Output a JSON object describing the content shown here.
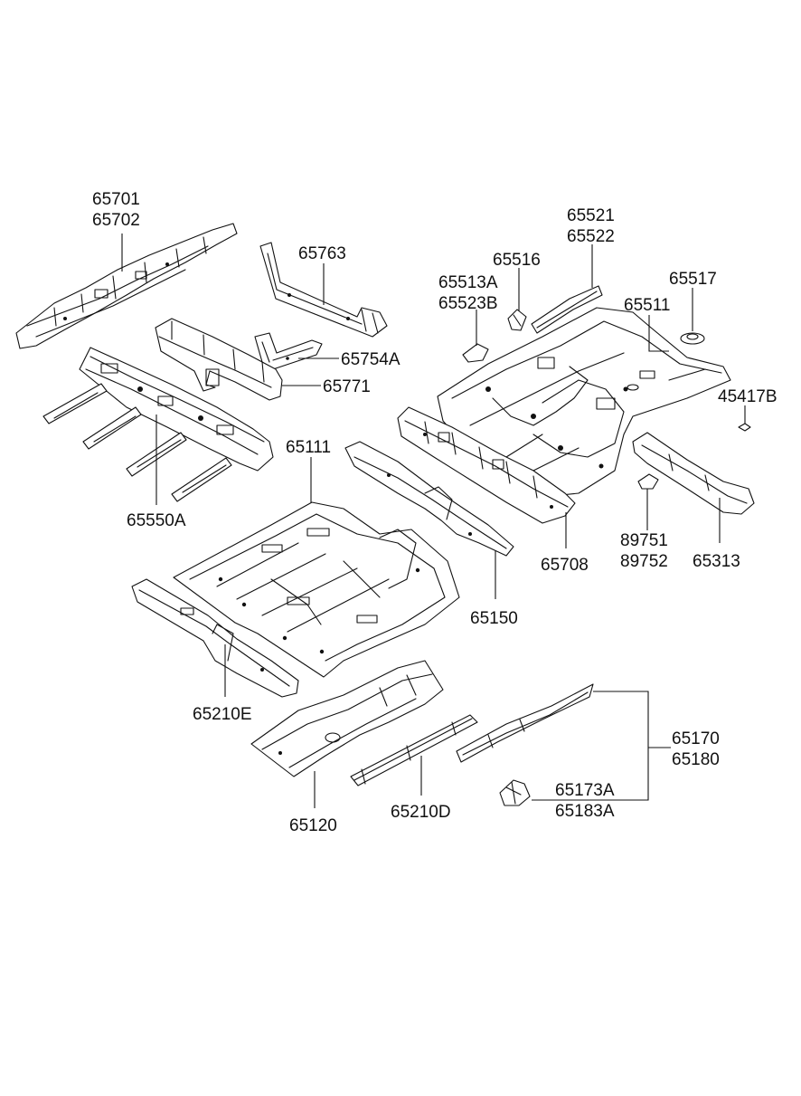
{
  "labels": {
    "p65701": "65701",
    "p65702": "65702",
    "p65763": "65763",
    "p65754A": "65754A",
    "p65771": "65771",
    "p65550A": "65550A",
    "p65111": "65111",
    "p65150": "65150",
    "p65210E": "65210E",
    "p65120": "65120",
    "p65210D": "65210D",
    "p65521": "65521",
    "p65522": "65522",
    "p65516": "65516",
    "p65513A": "65513A",
    "p65523B": "65523B",
    "p65517": "65517",
    "p65511": "65511",
    "p45417B": "45417B",
    "p65708": "65708",
    "p89751": "89751",
    "p89752": "89752",
    "p65313": "65313",
    "p65170": "65170",
    "p65180": "65180",
    "p65173A": "65173A",
    "p65183A": "65183A"
  }
}
